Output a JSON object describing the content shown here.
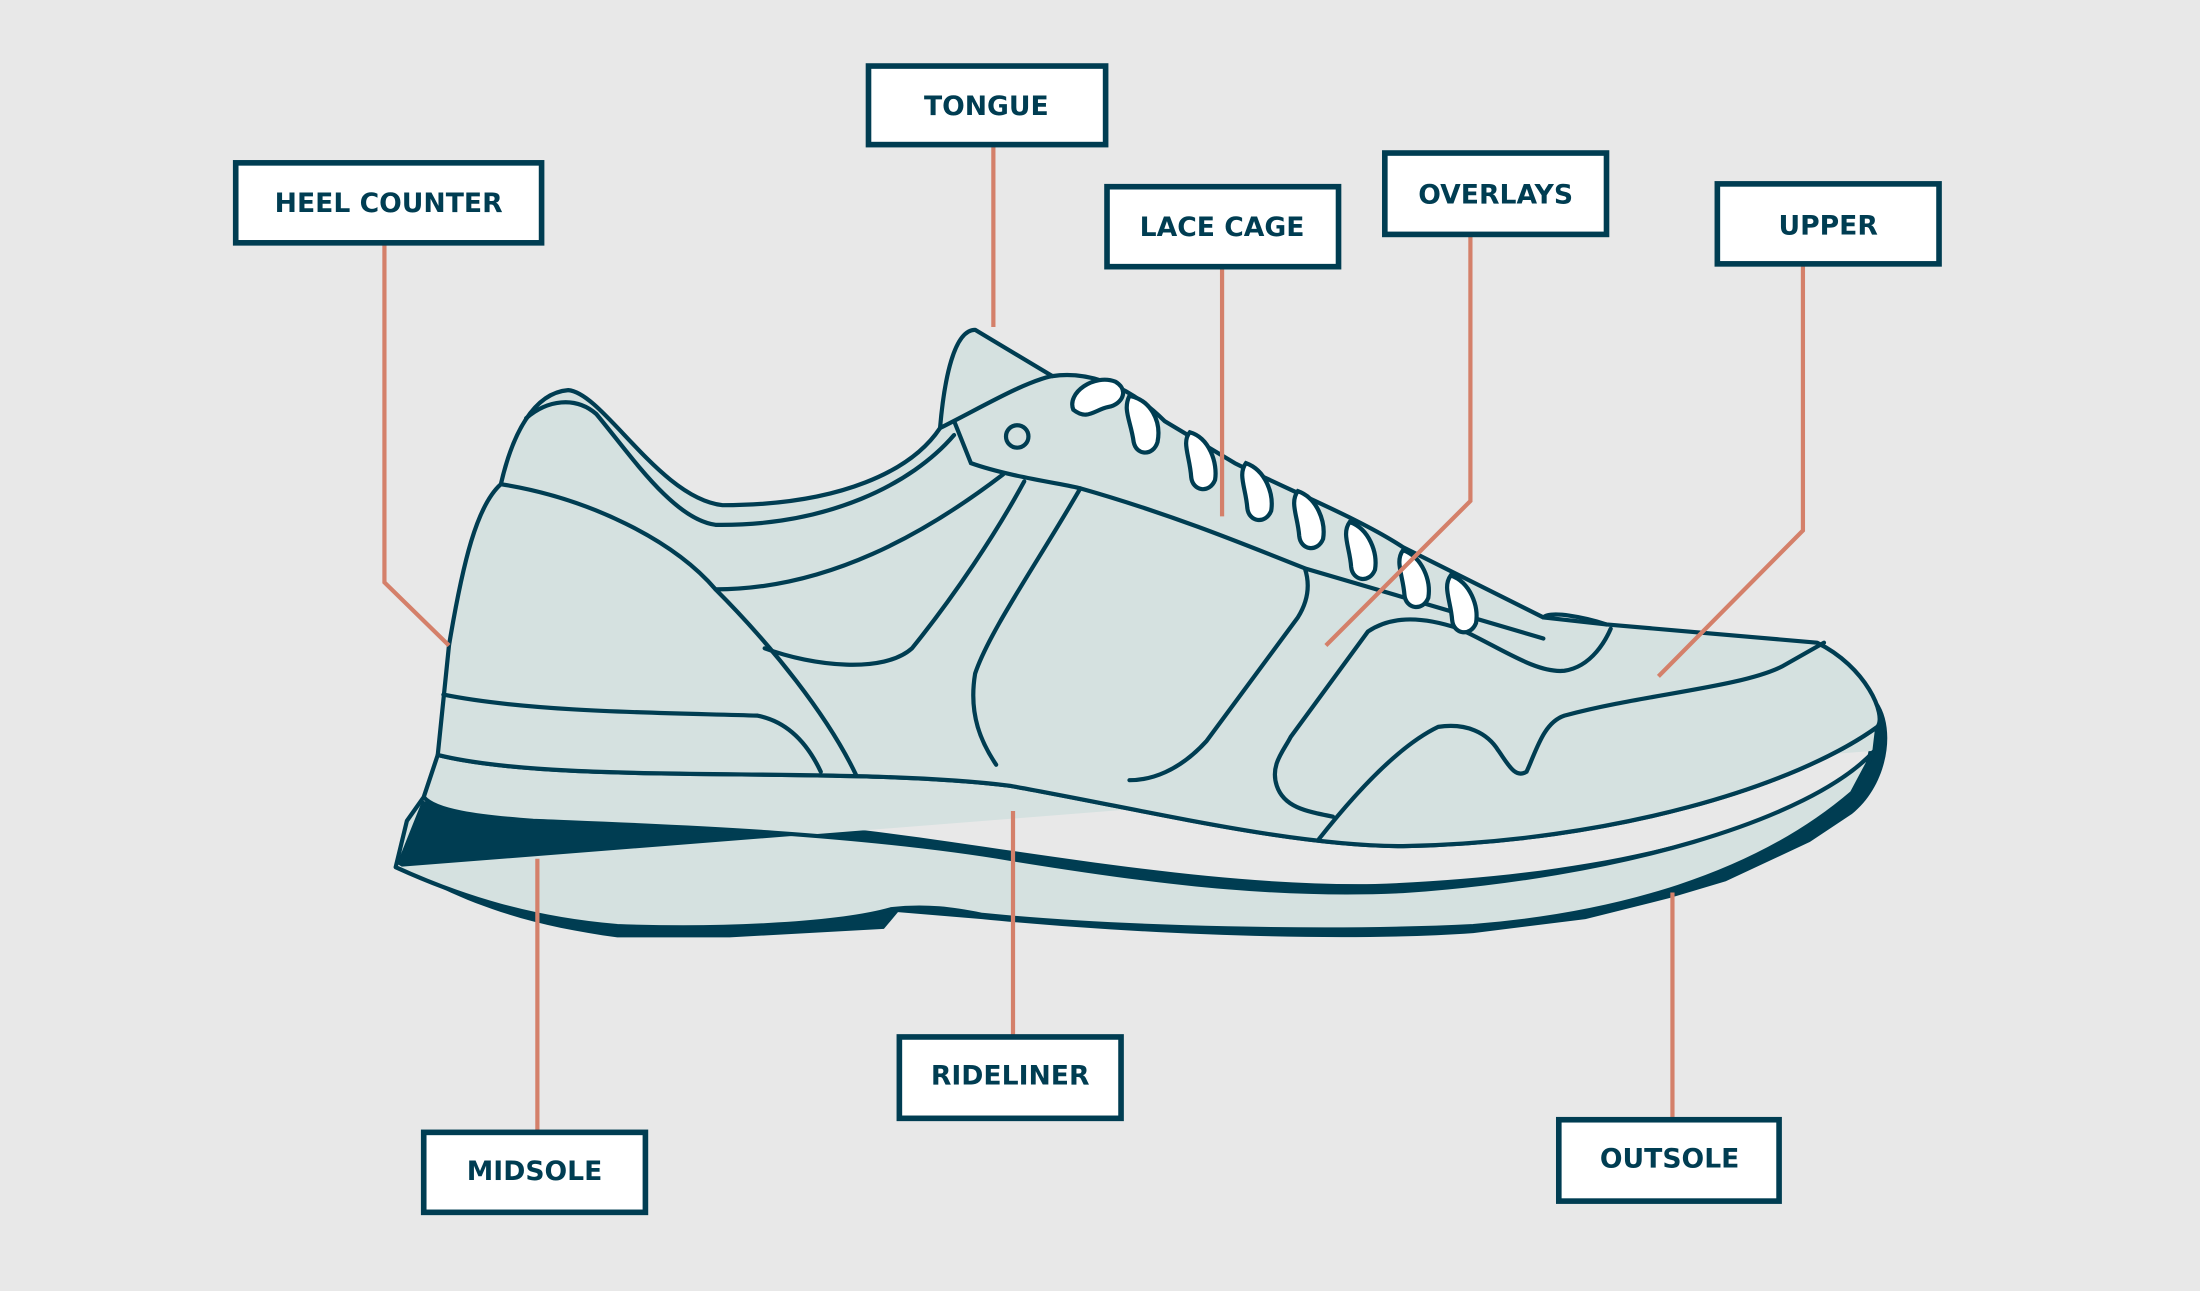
{
  "title": "Running shoe anatomy",
  "colors": {
    "background": "#e8e8e8",
    "outline": "#003d52",
    "leader": "#d4806a",
    "fill": "#d5e1e0"
  },
  "labels": {
    "heel_counter": "HEEL COUNTER",
    "tongue": "TONGUE",
    "lace_cage": "LACE CAGE",
    "overlays": "OVERLAYS",
    "upper": "UPPER",
    "midsole": "MIDSOLE",
    "rideliner": "RIDELINER",
    "outsole": "OUTSOLE"
  }
}
